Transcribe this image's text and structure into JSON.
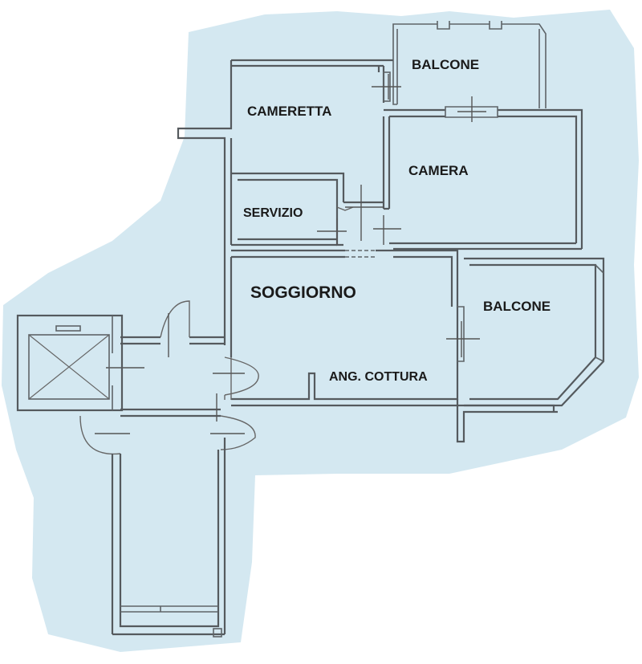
{
  "colors": {
    "background": "#ffffff",
    "paper_tint": "#cde4ee",
    "wall": "#555a5e",
    "label": "#1a1a1a"
  },
  "rooms": {
    "balcone_top": "BALCONE",
    "cameretta": "CAMERETTA",
    "camera": "CAMERA",
    "servizio": "SERVIZIO",
    "soggiorno": "SOGGIORNO",
    "balcone_right": "BALCONE",
    "ang_cottura": "ANG. COTTURA"
  }
}
